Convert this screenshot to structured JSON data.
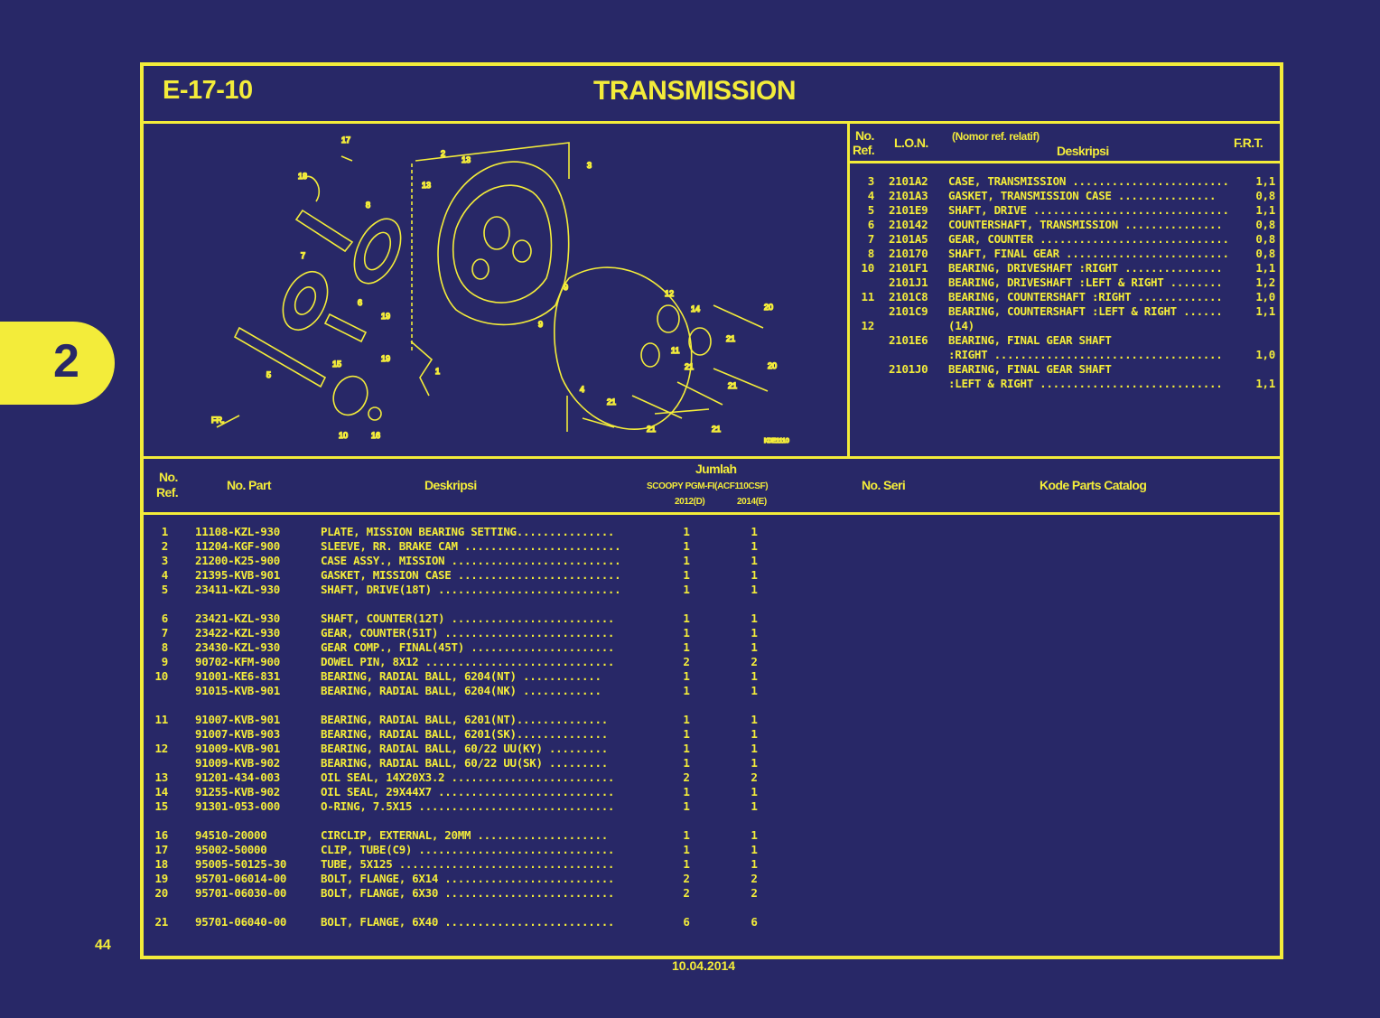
{
  "page": {
    "chapter_tab": "2",
    "page_number": "44",
    "date": "10.04.2014"
  },
  "header": {
    "code": "E-17-10",
    "title": "TRANSMISSION"
  },
  "lon_table": {
    "headers": {
      "no": "No.",
      "ref": "Ref.",
      "lon": "L.O.N.",
      "desc_note": "(Nomor ref. relatif)",
      "desc": "Deskripsi",
      "frt": "F.R.T."
    },
    "rows": [
      {
        "no": "3",
        "lon": "2101A2",
        "desc": "CASE, TRANSMISSION ........................",
        "frt": "1,1"
      },
      {
        "no": "4",
        "lon": "2101A3",
        "desc": "GASKET, TRANSMISSION CASE ...............",
        "frt": "0,8"
      },
      {
        "no": "5",
        "lon": "2101E9",
        "desc": "SHAFT, DRIVE ..............................",
        "frt": "1,1"
      },
      {
        "no": "6",
        "lon": "210142",
        "desc": "COUNTERSHAFT, TRANSMISSION ...............",
        "frt": "0,8"
      },
      {
        "no": "7",
        "lon": "2101A5",
        "desc": "GEAR, COUNTER .............................",
        "frt": "0,8"
      },
      {
        "no": "8",
        "lon": "210170",
        "desc": "SHAFT, FINAL GEAR .........................",
        "frt": "0,8"
      },
      {
        "no": "10",
        "lon": "2101F1",
        "desc": "BEARING, DRIVESHAFT :RIGHT ...............",
        "frt": "1,1"
      },
      {
        "no": "",
        "lon": "2101J1",
        "desc": "BEARING, DRIVESHAFT :LEFT & RIGHT ........",
        "frt": "1,2"
      },
      {
        "no": "11",
        "lon": "2101C8",
        "desc": "BEARING, COUNTERSHAFT :RIGHT .............",
        "frt": "1,0"
      },
      {
        "no": "",
        "lon": "2101C9",
        "desc": "BEARING, COUNTERSHAFT :LEFT & RIGHT ......",
        "frt": "1,1"
      },
      {
        "no": "12",
        "lon": "",
        "desc": "(14)",
        "frt": ""
      },
      {
        "no": "",
        "lon": "2101E6",
        "desc": "BEARING, FINAL GEAR SHAFT",
        "frt": ""
      },
      {
        "no": "",
        "lon": "",
        "desc": ":RIGHT ...................................",
        "frt": "1,0"
      },
      {
        "no": "",
        "lon": "2101J0",
        "desc": "BEARING, FINAL GEAR SHAFT",
        "frt": ""
      },
      {
        "no": "",
        "lon": "",
        "desc": ":LEFT & RIGHT ............................",
        "frt": "1,1"
      }
    ]
  },
  "parts_table": {
    "headers": {
      "no": "No.",
      "ref": "Ref.",
      "part": "No. Part",
      "desc": "Deskripsi",
      "qty": "Jumlah",
      "model": "SCOOPY PGM-FI(ACF110CSF)",
      "year1": "2012(D)",
      "year2": "2014(E)",
      "serial": "No. Seri",
      "catalog": "Kode Parts Catalog"
    },
    "rows": [
      {
        "no": "1",
        "part": "11108-KZL-930",
        "desc": "PLATE, MISSION BEARING SETTING...............",
        "q1": "1",
        "q2": "1"
      },
      {
        "no": "2",
        "part": "11204-KGF-900",
        "desc": "SLEEVE, RR. BRAKE CAM ........................",
        "q1": "1",
        "q2": "1"
      },
      {
        "no": "3",
        "part": "21200-K25-900",
        "desc": "CASE ASSY., MISSION ..........................",
        "q1": "1",
        "q2": "1"
      },
      {
        "no": "4",
        "part": "21395-KVB-901",
        "desc": "GASKET, MISSION CASE .........................",
        "q1": "1",
        "q2": "1"
      },
      {
        "no": "5",
        "part": "23411-KZL-930",
        "desc": "SHAFT, DRIVE(18T) ............................",
        "q1": "1",
        "q2": "1"
      },
      {
        "no": "6",
        "part": "23421-KZL-930",
        "desc": "SHAFT, COUNTER(12T) .........................",
        "q1": "1",
        "q2": "1"
      },
      {
        "no": "7",
        "part": "23422-KZL-930",
        "desc": "GEAR, COUNTER(51T) ..........................",
        "q1": "1",
        "q2": "1"
      },
      {
        "no": "8",
        "part": "23430-KZL-930",
        "desc": "GEAR COMP., FINAL(45T) ......................",
        "q1": "1",
        "q2": "1"
      },
      {
        "no": "9",
        "part": "90702-KFM-900",
        "desc": "DOWEL PIN, 8X12 .............................",
        "q1": "2",
        "q2": "2"
      },
      {
        "no": "10",
        "part": "91001-KE6-831",
        "desc": "BEARING, RADIAL BALL, 6204(NT) ............",
        "q1": "1",
        "q2": "1"
      },
      {
        "no": "",
        "part": "91015-KVB-901",
        "desc": "BEARING, RADIAL BALL, 6204(NK) ............",
        "q1": "1",
        "q2": "1"
      },
      {
        "no": "11",
        "part": "91007-KVB-901",
        "desc": "BEARING, RADIAL BALL, 6201(NT)..............",
        "q1": "1",
        "q2": "1"
      },
      {
        "no": "",
        "part": "91007-KVB-903",
        "desc": "BEARING, RADIAL BALL, 6201(SK)..............",
        "q1": "1",
        "q2": "1"
      },
      {
        "no": "12",
        "part": "91009-KVB-901",
        "desc": "BEARING, RADIAL BALL, 60/22 UU(KY) .........",
        "q1": "1",
        "q2": "1"
      },
      {
        "no": "",
        "part": "91009-KVB-902",
        "desc": "BEARING, RADIAL BALL, 60/22 UU(SK) .........",
        "q1": "1",
        "q2": "1"
      },
      {
        "no": "13",
        "part": "91201-434-003",
        "desc": "OIL SEAL, 14X20X3.2 .........................",
        "q1": "2",
        "q2": "2"
      },
      {
        "no": "14",
        "part": "91255-KVB-902",
        "desc": "OIL SEAL, 29X44X7 ...........................",
        "q1": "1",
        "q2": "1"
      },
      {
        "no": "15",
        "part": "91301-053-000",
        "desc": "O-RING, 7.5X15 ..............................",
        "q1": "1",
        "q2": "1"
      },
      {
        "no": "16",
        "part": "94510-20000",
        "desc": "CIRCLIP, EXTERNAL, 20MM ....................",
        "q1": "1",
        "q2": "1"
      },
      {
        "no": "17",
        "part": "95002-50000",
        "desc": "CLIP, TUBE(C9) ..............................",
        "q1": "1",
        "q2": "1"
      },
      {
        "no": "18",
        "part": "95005-50125-30",
        "desc": "TUBE, 5X125 .................................",
        "q1": "1",
        "q2": "1"
      },
      {
        "no": "19",
        "part": "95701-06014-00",
        "desc": "BOLT, FLANGE, 6X14 ..........................",
        "q1": "2",
        "q2": "2"
      },
      {
        "no": "20",
        "part": "95701-06030-00",
        "desc": "BOLT, FLANGE, 6X30 ..........................",
        "q1": "2",
        "q2": "2"
      },
      {
        "no": "21",
        "part": "95701-06040-00",
        "desc": "BOLT, FLANGE, 6X40 ..........................",
        "q1": "6",
        "q2": "6"
      }
    ]
  },
  "diagram": {
    "callouts": [
      "1",
      "2",
      "3",
      "4",
      "5",
      "6",
      "7",
      "8",
      "9",
      "9",
      "10",
      "11",
      "12",
      "13",
      "13",
      "14",
      "15",
      "16",
      "17",
      "18",
      "19",
      "19",
      "20",
      "20",
      "21",
      "21",
      "21",
      "21",
      "21",
      "21"
    ],
    "front_label": "FR.",
    "figure_code": "K0E1110"
  }
}
